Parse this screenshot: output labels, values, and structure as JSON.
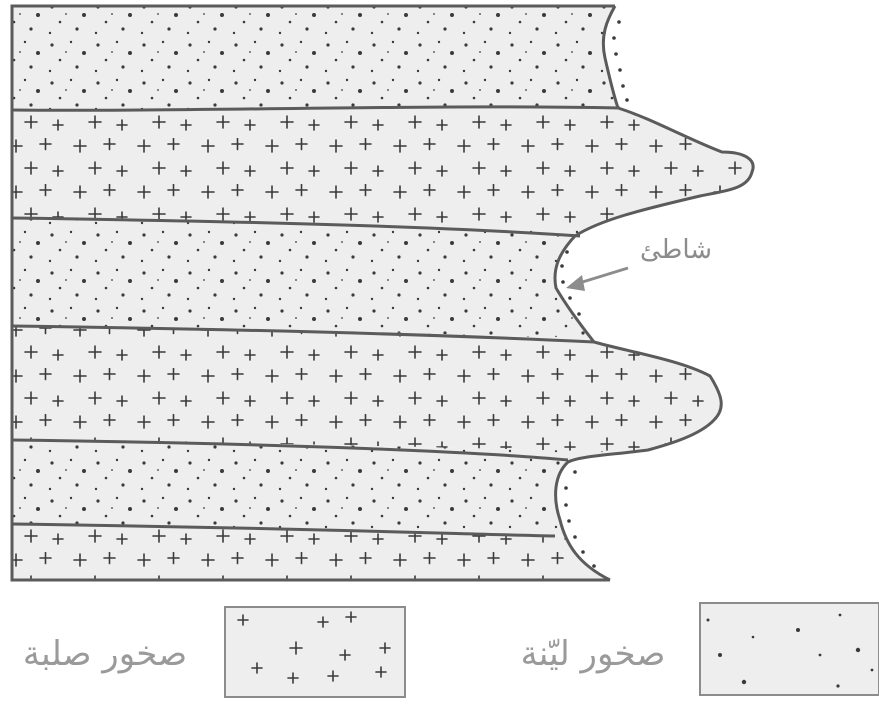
{
  "diagram": {
    "annotation": {
      "text": "شاطئ"
    },
    "legend": {
      "hard_rock_label": "صخور صلبة",
      "soft_rock_label": "صخور ليّنة"
    },
    "colors": {
      "rock_fill": "#eeeeee",
      "outline": "#5b5b5b",
      "symbol": "#3a3a3a",
      "arrow": "#8c8c8c",
      "sea": "#ffffff"
    },
    "bands": [
      {
        "type": "soft",
        "pattern": "dots"
      },
      {
        "type": "hard",
        "pattern": "crosses"
      },
      {
        "type": "soft",
        "pattern": "dots"
      },
      {
        "type": "hard",
        "pattern": "crosses"
      },
      {
        "type": "soft",
        "pattern": "dots"
      },
      {
        "type": "hard",
        "pattern": "crosses"
      }
    ]
  }
}
